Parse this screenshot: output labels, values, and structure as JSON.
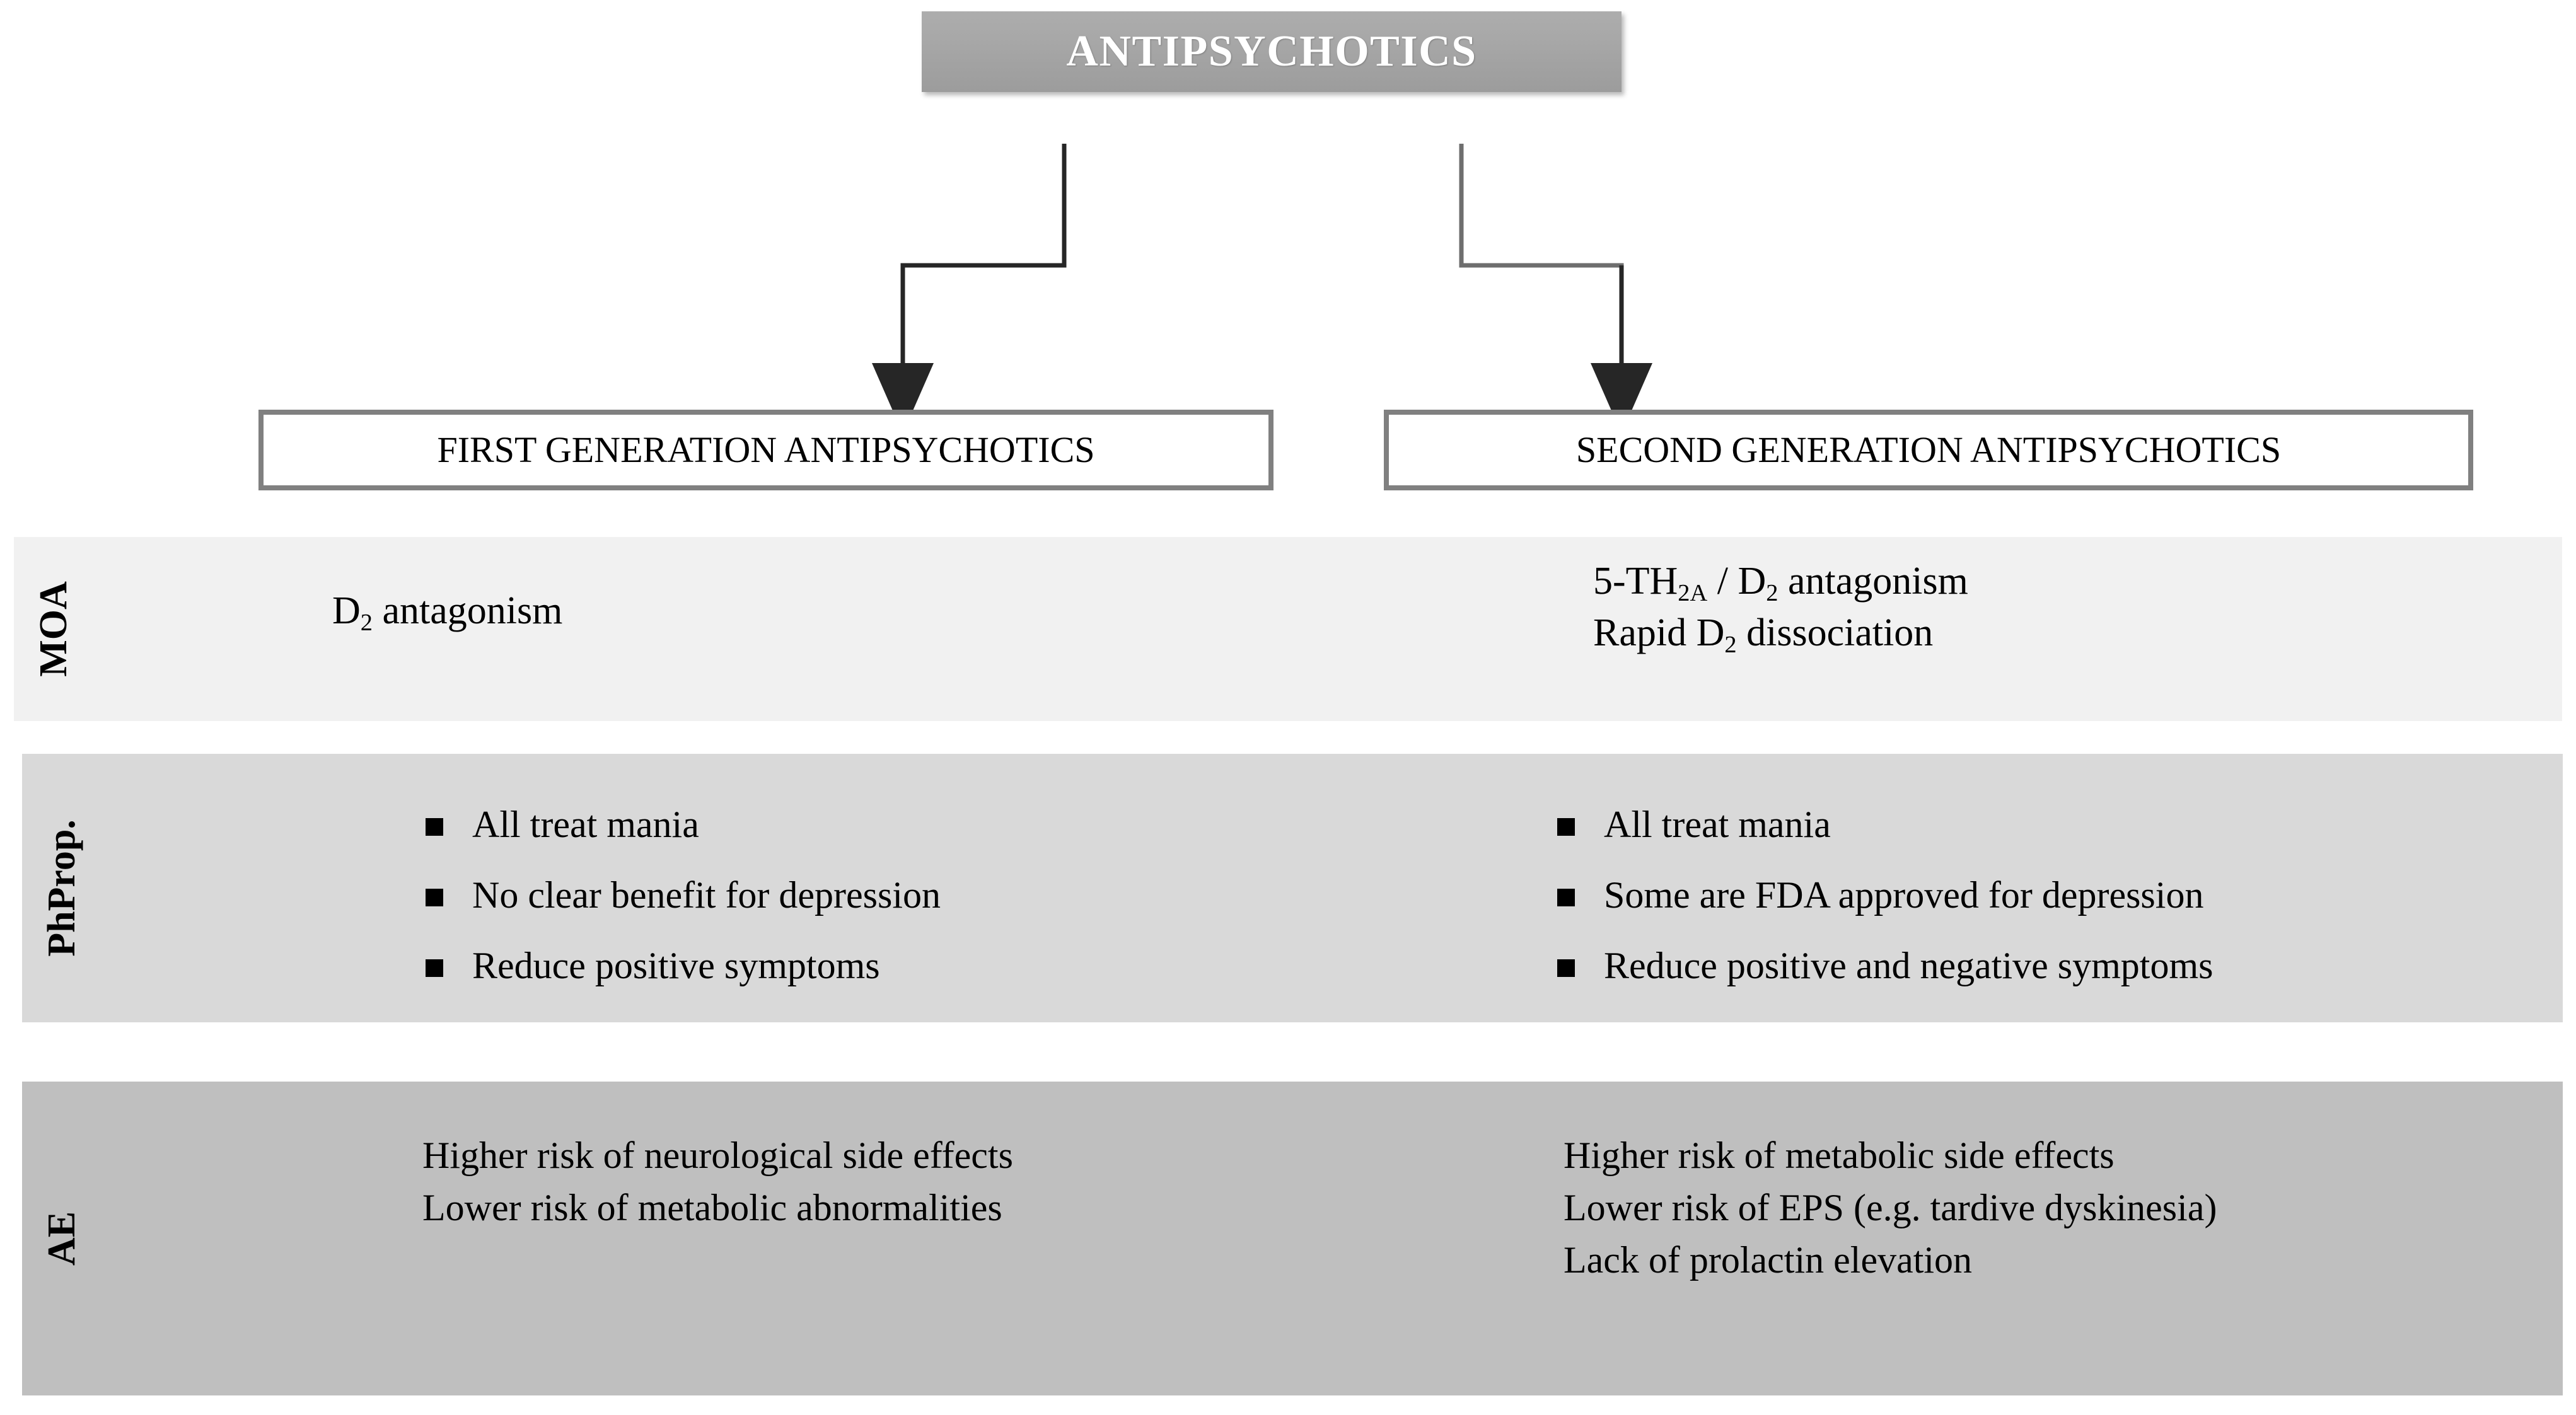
{
  "title": {
    "label": "ANTIPSYCHOTICS"
  },
  "colors": {
    "title_box": "#a6a6a6",
    "title_text": "#ffffff",
    "gen_box_border": "#808080",
    "gen_box_fill": "#ffffff",
    "row_moa": "#f1f1f1",
    "row_phprop": "#d9d9d9",
    "row_ae": "#bfbfbf",
    "connector": "#3a3a3a"
  },
  "branches": [
    {
      "label": "FIRST GENERATION ANTIPSYCHOTICS"
    },
    {
      "label": "SECOND GENERATION ANTIPSYCHOTICS"
    }
  ],
  "rows": [
    {
      "key": "moa",
      "label": "MOA",
      "left": {
        "lines": [
          {
            "pre": "D",
            "sub": "2",
            "post": " antagonism"
          }
        ]
      },
      "right": {
        "lines": [
          {
            "pre": "5-TH",
            "sub": "2A",
            "post": " / D",
            "sub2": "2",
            "post2": " antagonism"
          },
          {
            "pre": "Rapid D",
            "sub": "2",
            "post": " dissociation"
          }
        ]
      }
    },
    {
      "key": "phprop",
      "label": "PhProp.",
      "left": {
        "bullets": [
          "All treat mania",
          "No clear benefit for depression",
          "Reduce positive symptoms"
        ]
      },
      "right": {
        "bullets": [
          "All treat mania",
          "Some are FDA approved for depression",
          "Reduce positive and negative symptoms"
        ]
      }
    },
    {
      "key": "ae",
      "label": "AE",
      "left": {
        "lines": [
          "Higher risk of neurological side effects",
          "Lower risk of metabolic abnormalities"
        ]
      },
      "right": {
        "lines": [
          "Higher risk of metabolic side effects",
          "Lower risk of EPS (e.g. tardive dyskinesia)",
          "Lack of prolactin elevation"
        ]
      }
    }
  ]
}
